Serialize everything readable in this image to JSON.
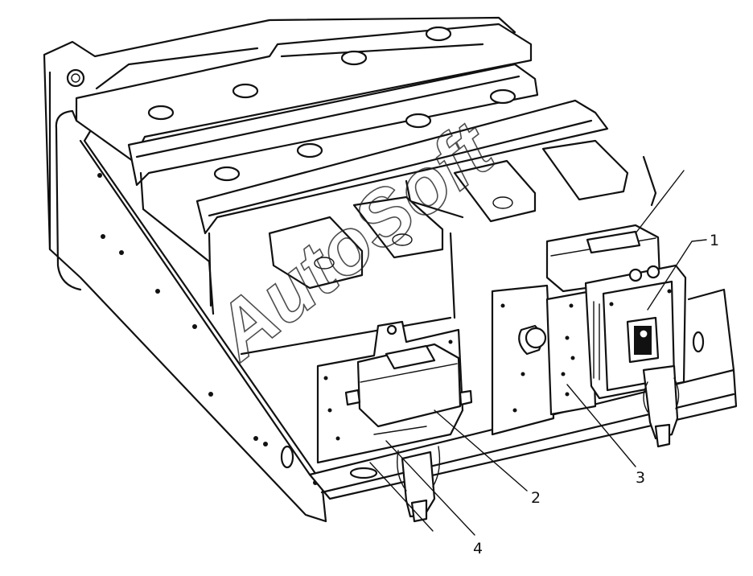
{
  "watermark": {
    "text": "AutoSoft"
  },
  "callouts": [
    {
      "id": "1",
      "label": "1"
    },
    {
      "id": "2",
      "label": "2"
    },
    {
      "id": "3",
      "label": "3"
    },
    {
      "id": "4",
      "label": "4"
    }
  ],
  "colors": {
    "line": "#111111",
    "background": "#ffffff"
  }
}
